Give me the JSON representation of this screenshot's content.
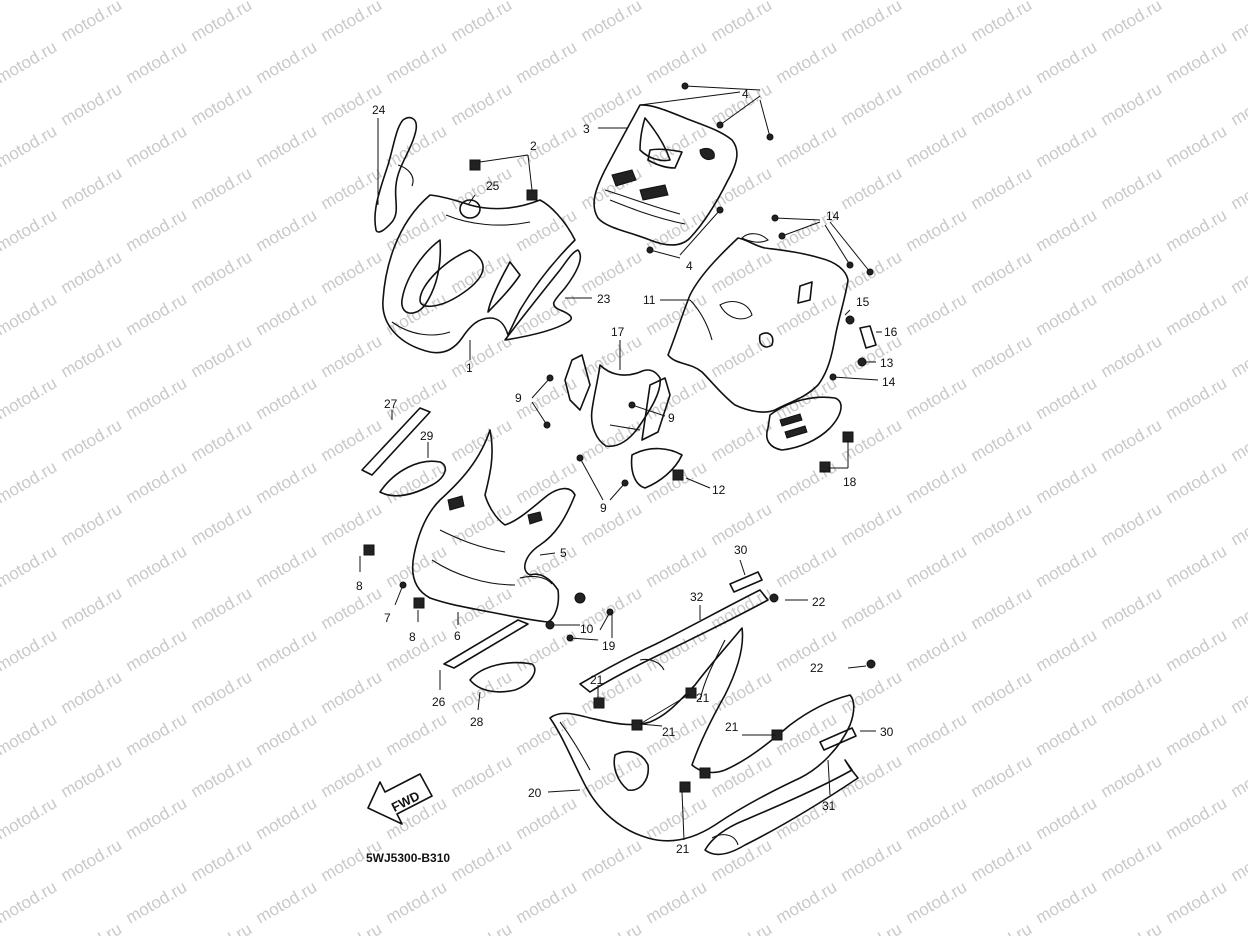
{
  "watermark": "motod.ru",
  "diagram_code": "5WJ5300-B310",
  "direction_label": "FWD",
  "callouts": [
    "1",
    "2",
    "3",
    "4",
    "4",
    "5",
    "6",
    "7",
    "8",
    "8",
    "9",
    "9",
    "9",
    "10",
    "11",
    "12",
    "13",
    "14",
    "14",
    "15",
    "16",
    "17",
    "18",
    "19",
    "20",
    "21",
    "21",
    "21",
    "21",
    "21",
    "22",
    "22",
    "23",
    "24",
    "25",
    "26",
    "27",
    "28",
    "29",
    "30",
    "30",
    "31",
    "32"
  ]
}
